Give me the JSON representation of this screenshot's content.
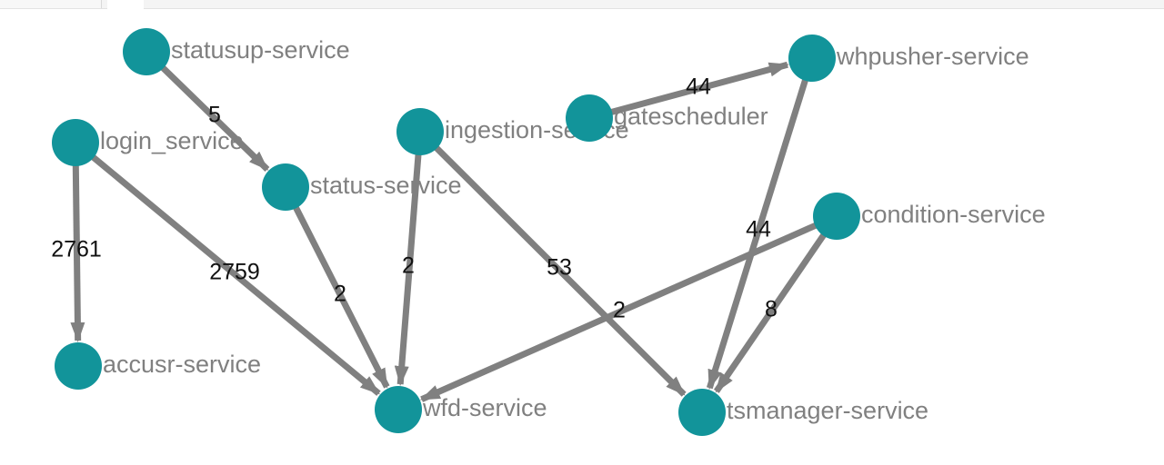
{
  "colors": {
    "node": "#12949a",
    "edge": "#808080",
    "node_label": "#808080",
    "edge_label": "#111111"
  },
  "nodes": [
    {
      "id": "statusup",
      "label": "statusup-service"
    },
    {
      "id": "login",
      "label": "login_service"
    },
    {
      "id": "status",
      "label": "status-service"
    },
    {
      "id": "ingestion",
      "label": "ingestion-service"
    },
    {
      "id": "gatescheduler",
      "label": "gatescheduler"
    },
    {
      "id": "whpusher",
      "label": "whpusher-service"
    },
    {
      "id": "condition",
      "label": "condition-service"
    },
    {
      "id": "accusr",
      "label": "accusr-service"
    },
    {
      "id": "wfd",
      "label": "wfd-service"
    },
    {
      "id": "tsmanager",
      "label": "tsmanager-service"
    }
  ],
  "edges": [
    {
      "from": "statusup",
      "to": "status",
      "label": "5"
    },
    {
      "from": "login",
      "to": "accusr",
      "label": "2761"
    },
    {
      "from": "login",
      "to": "wfd",
      "label": "2759"
    },
    {
      "from": "status",
      "to": "wfd",
      "label": "2"
    },
    {
      "from": "ingestion",
      "to": "wfd",
      "label": "2"
    },
    {
      "from": "ingestion",
      "to": "tsmanager",
      "label": "53"
    },
    {
      "from": "gatescheduler",
      "to": "whpusher",
      "label": "44"
    },
    {
      "from": "whpusher",
      "to": "tsmanager",
      "label": "44"
    },
    {
      "from": "condition",
      "to": "wfd",
      "label": "2"
    },
    {
      "from": "condition",
      "to": "tsmanager",
      "label": "8"
    }
  ]
}
